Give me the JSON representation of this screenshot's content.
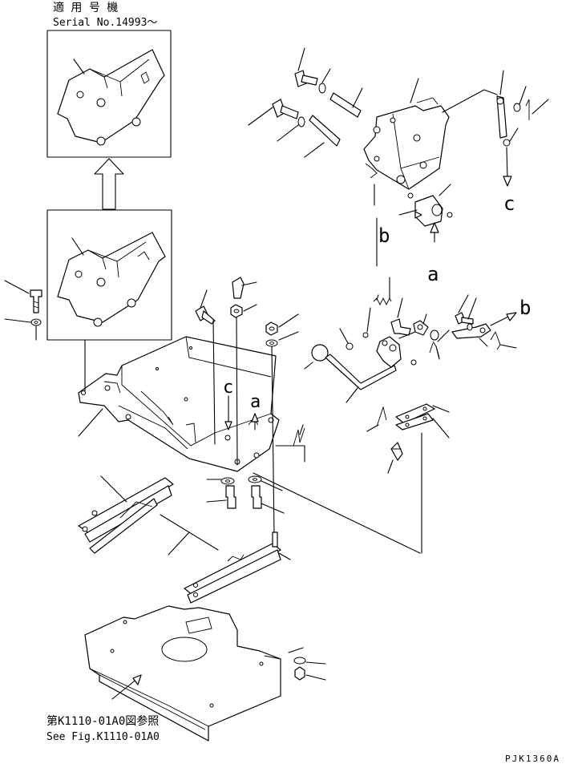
{
  "header": {
    "applicable_jp": "適 用 号 機",
    "serial": "Serial No.14993～"
  },
  "callouts": {
    "a_upper": "a",
    "b_upper": "b",
    "c_upper": "c",
    "b_right": "b",
    "c_mid": "c",
    "a_mid": "a"
  },
  "reference": {
    "jp": "第K1110-01A0図参照",
    "en": "See Fig.K1110-01A0"
  },
  "figure_code": "PJK1360A"
}
